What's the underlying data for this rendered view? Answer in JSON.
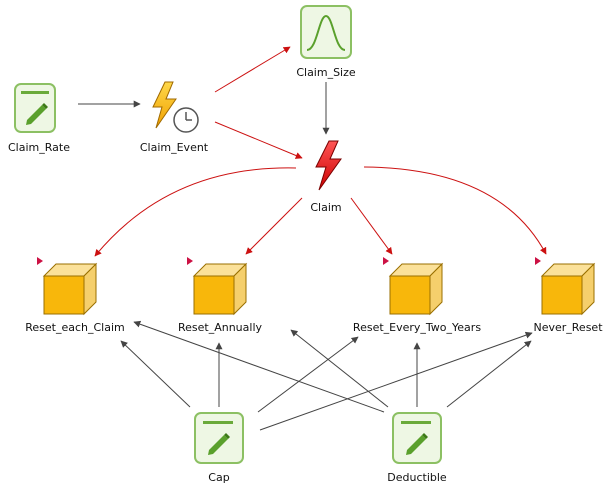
{
  "nodes": {
    "claim_rate": {
      "label": "Claim_Rate",
      "icon": "pencil-variable-icon"
    },
    "claim_event": {
      "label": "Claim_Event",
      "icon": "timed-event-icon"
    },
    "claim_size": {
      "label": "Claim_Size",
      "icon": "distribution-curve-icon"
    },
    "claim": {
      "label": "Claim",
      "icon": "lightning-event-icon"
    },
    "reset_each_claim": {
      "label": "Reset_each_Claim",
      "icon": "stock-cube-icon"
    },
    "reset_annually": {
      "label": "Reset_Annually",
      "icon": "stock-cube-icon"
    },
    "reset_every_two_years": {
      "label": "Reset_Every_Two_Years",
      "icon": "stock-cube-icon"
    },
    "never_reset": {
      "label": "Never_Reset",
      "icon": "stock-cube-icon"
    },
    "cap": {
      "label": "Cap",
      "icon": "pencil-variable-icon"
    },
    "deductible": {
      "label": "Deductible",
      "icon": "pencil-variable-icon"
    }
  },
  "colors": {
    "variable_fill": "#eef7e4",
    "variable_border": "#8cc063",
    "cube_front": "#f8b70b",
    "cube_top": "#fbe19a",
    "cube_side": "#f5cf6c",
    "cube_edge": "#9a6f00",
    "event_arrow": "#cc1111",
    "dependency_arrow": "#444444",
    "flag": "#cc1144"
  }
}
